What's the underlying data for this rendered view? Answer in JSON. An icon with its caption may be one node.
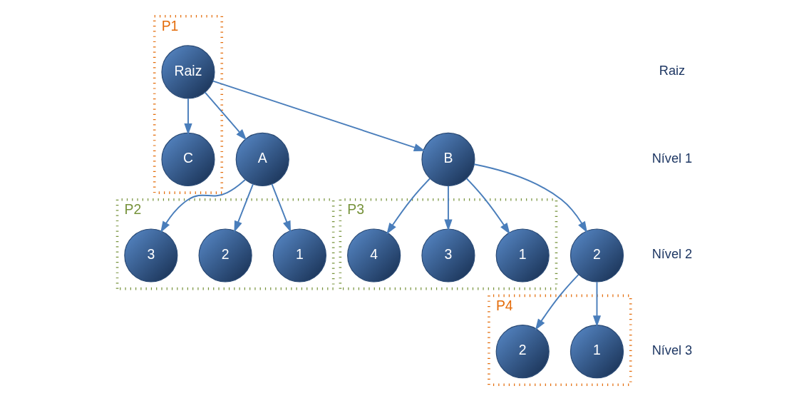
{
  "diagram": {
    "nodes": [
      {
        "text": [
          "P1"
        ]
      },
      {
        "text": [
          "Raiz"
        ],
        "in": 0
      },
      {
        "text": [
          "P2"
        ]
      },
      {
        "text": [
          "P3"
        ]
      },
      {
        "text": [
          "A"
        ]
      },
      {
        "text": [
          "B"
        ]
      },
      {
        "text": [
          "C"
        ],
        "in": 0
      },
      {
        "text": [
          "1"
        ],
        "in": 2
      },
      {
        "text": [
          "2"
        ],
        "in": 2
      },
      {
        "text": [
          "3"
        ],
        "in": 2
      },
      {
        "text": [
          "1"
        ],
        "in": 3
      },
      {
        "text": [
          "2"
        ]
      },
      {
        "text": [
          "3"
        ],
        "in": 3
      },
      {
        "text": [
          "4"
        ],
        "in": 3
      },
      {
        "text": [
          "P4"
        ]
      },
      {
        "text": [
          "1"
        ],
        "in": 14
      },
      {
        "text": [
          "2"
        ],
        "in": 14
      }
    ],
    "edges": [
      {
        "from": 1,
        "to": 4,
        "arrow": "to"
      },
      {
        "from": 1,
        "to": 5,
        "arrow": "to"
      },
      {
        "from": 1,
        "to": 6,
        "arrow": "to"
      },
      {
        "from": 4,
        "to": 7,
        "arrow": "to"
      },
      {
        "from": 4,
        "to": 8,
        "arrow": "to"
      },
      {
        "from": 4,
        "to": 9,
        "arrow": "to"
      },
      {
        "from": 5,
        "to": 10,
        "arrow": "to"
      },
      {
        "from": 5,
        "to": 11,
        "arrow": "to"
      },
      {
        "from": 5,
        "to": 12,
        "arrow": "to"
      },
      {
        "from": 5,
        "to": 13,
        "arrow": "to"
      },
      {
        "from": 11,
        "to": 15,
        "arrow": "to"
      },
      {
        "from": 11,
        "to": 16,
        "arrow": "to"
      }
    ],
    "labels": [
      "Raiz",
      "Nível 1",
      "Nível 2",
      "Nível 3"
    ]
  }
}
